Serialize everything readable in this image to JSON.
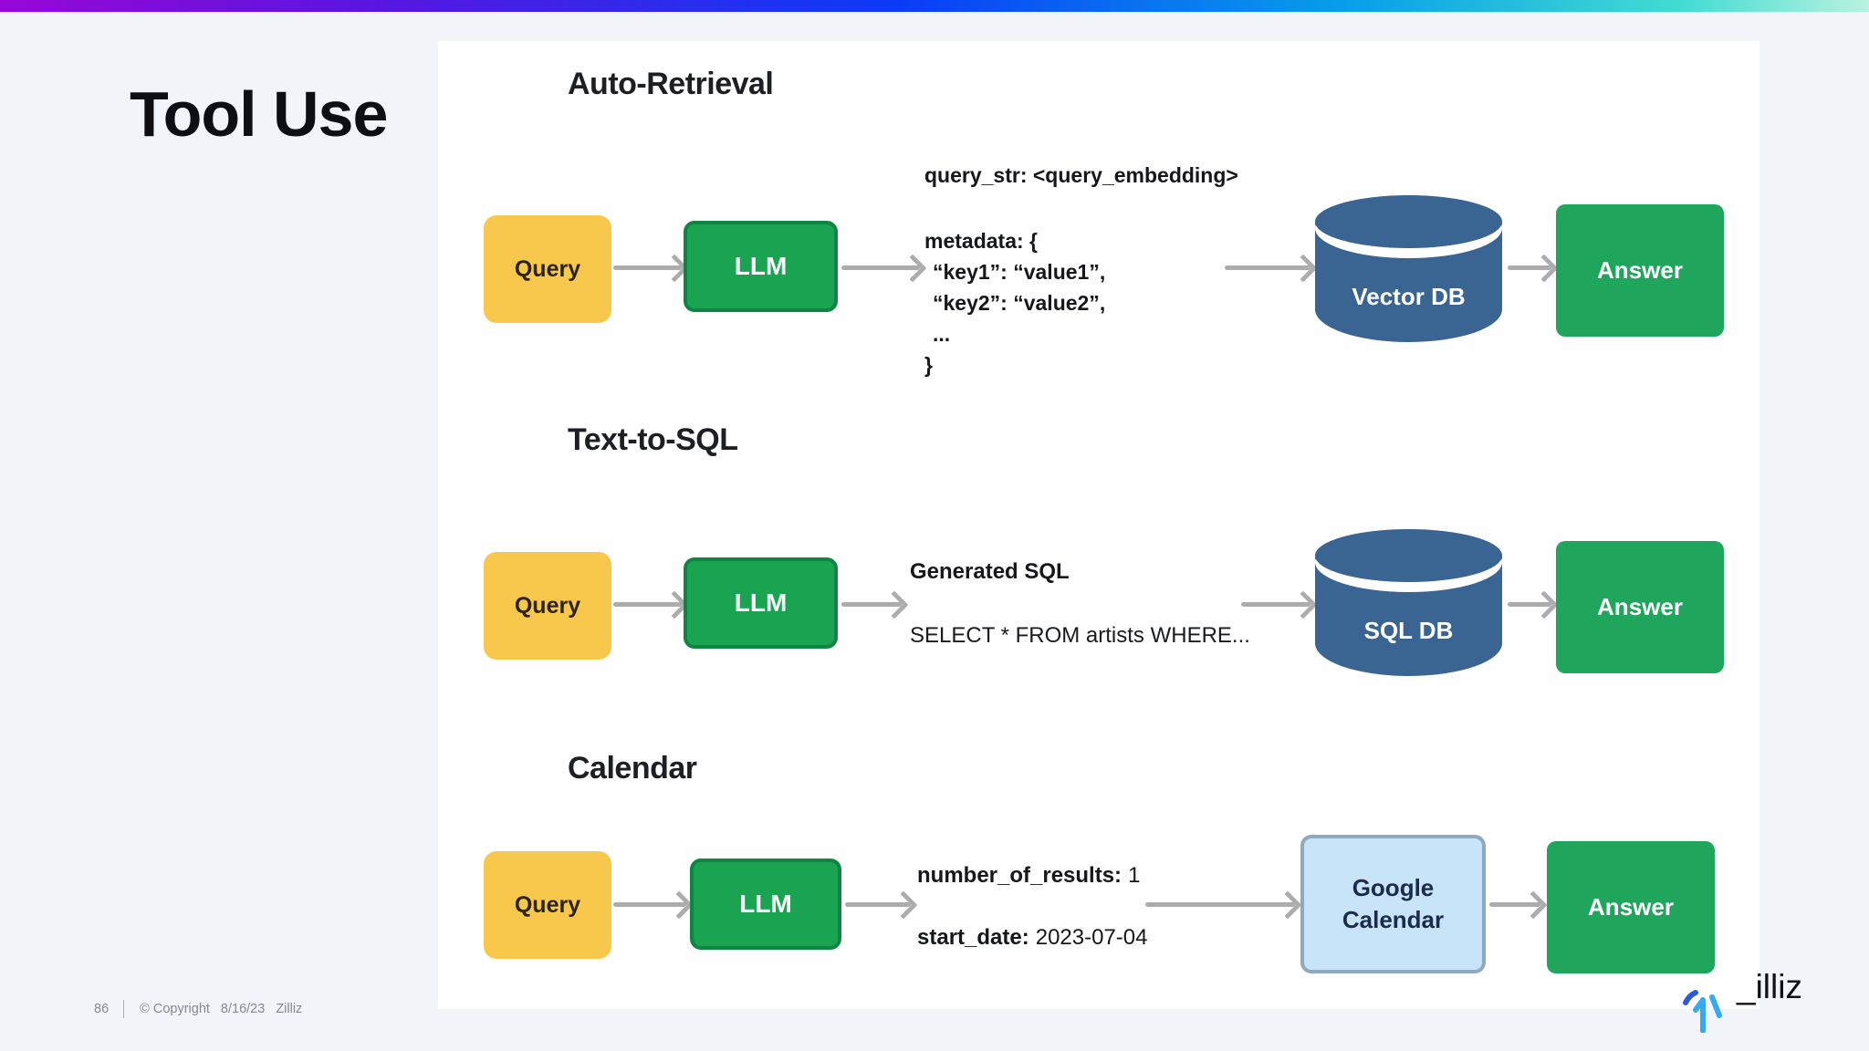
{
  "title": "Tool Use",
  "colors": {
    "accent_yellow": "#f7c84b",
    "accent_green": "#1aa351",
    "answer_green": "#1fa65c",
    "db_blue": "#3a6491",
    "calendar_blue": "#c8e4f8",
    "arrow_gray": "#acacac",
    "topbar_gradient_start": "#9807d7",
    "topbar_gradient_end": "#b9f2e0"
  },
  "sections": {
    "auto_retrieval": {
      "heading": "Auto-Retrieval",
      "query_label": "Query",
      "llm_label": "LLM",
      "annotation_top": "query_str: <query_embedding>",
      "metadata_lines": [
        "metadata: {",
        "“key1”: “value1”,",
        "“key2”: “value2”,",
        "...",
        "}"
      ],
      "db_label": "Vector DB",
      "answer_label": "Answer"
    },
    "text_to_sql": {
      "heading": "Text-to-SQL",
      "query_label": "Query",
      "llm_label": "LLM",
      "generated_label": "Generated SQL",
      "sql_text": "SELECT * FROM artists WHERE...",
      "db_label": "SQL DB",
      "answer_label": "Answer"
    },
    "calendar": {
      "heading": "Calendar",
      "query_label": "Query",
      "llm_label": "LLM",
      "param1_label": "number_of_results:",
      "param1_value": "1",
      "param2_label": "start_date:",
      "param2_value": "2023-07-04",
      "tool_label_line1": "Google",
      "tool_label_line2": "Calendar",
      "answer_label": "Answer"
    }
  },
  "footer": {
    "page_number": "86",
    "copyright_text": "© Copyright",
    "date": "8/16/23",
    "brand": "Zilliz"
  },
  "brand_logo": {
    "text": "_illiz"
  }
}
